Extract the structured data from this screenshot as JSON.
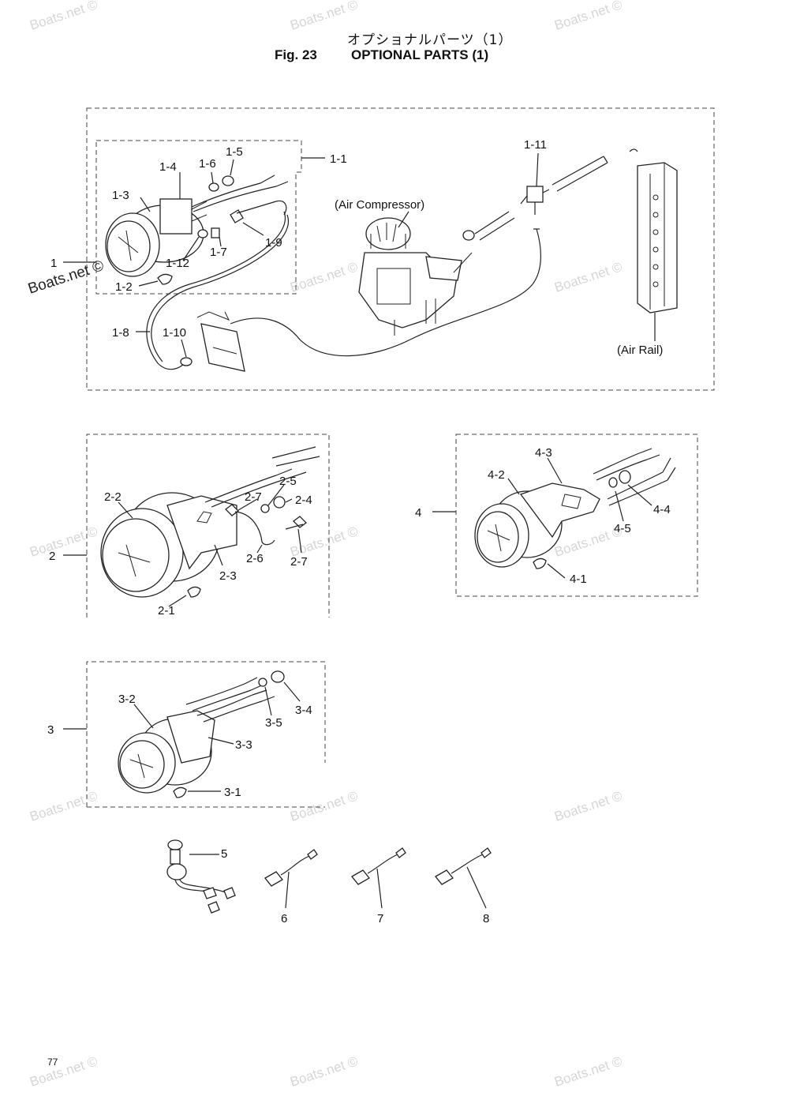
{
  "header": {
    "title_jp": "オプショナルパーツ（1）",
    "fig_label": "Fig. 23",
    "fig_title": "OPTIONAL PARTS (1)"
  },
  "page_number": "77",
  "watermark": "Boats.net ©",
  "captions": {
    "air_compressor": "(Air Compressor)",
    "air_rail": "(Air Rail)"
  },
  "callouts": {
    "c1": "1",
    "c1_1": "1-1",
    "c1_2": "1-2",
    "c1_3": "1-3",
    "c1_4": "1-4",
    "c1_5": "1-5",
    "c1_6": "1-6",
    "c1_7": "1-7",
    "c1_8": "1-8",
    "c1_9": "1-9",
    "c1_10": "1-10",
    "c1_11": "1-11",
    "c1_12": "1-12",
    "c2": "2",
    "c2_1": "2-1",
    "c2_2": "2-2",
    "c2_3": "2-3",
    "c2_4": "2-4",
    "c2_5": "2-5",
    "c2_6": "2-6",
    "c2_7a": "2-7",
    "c2_7b": "2-7",
    "c3": "3",
    "c3_1": "3-1",
    "c3_2": "3-2",
    "c3_3": "3-3",
    "c3_4": "3-4",
    "c3_5": "3-5",
    "c4": "4",
    "c4_1": "4-1",
    "c4_2": "4-2",
    "c4_3": "4-3",
    "c4_4": "4-4",
    "c4_5": "4-5",
    "c5": "5",
    "c6": "6",
    "c7": "7",
    "c8": "8"
  }
}
